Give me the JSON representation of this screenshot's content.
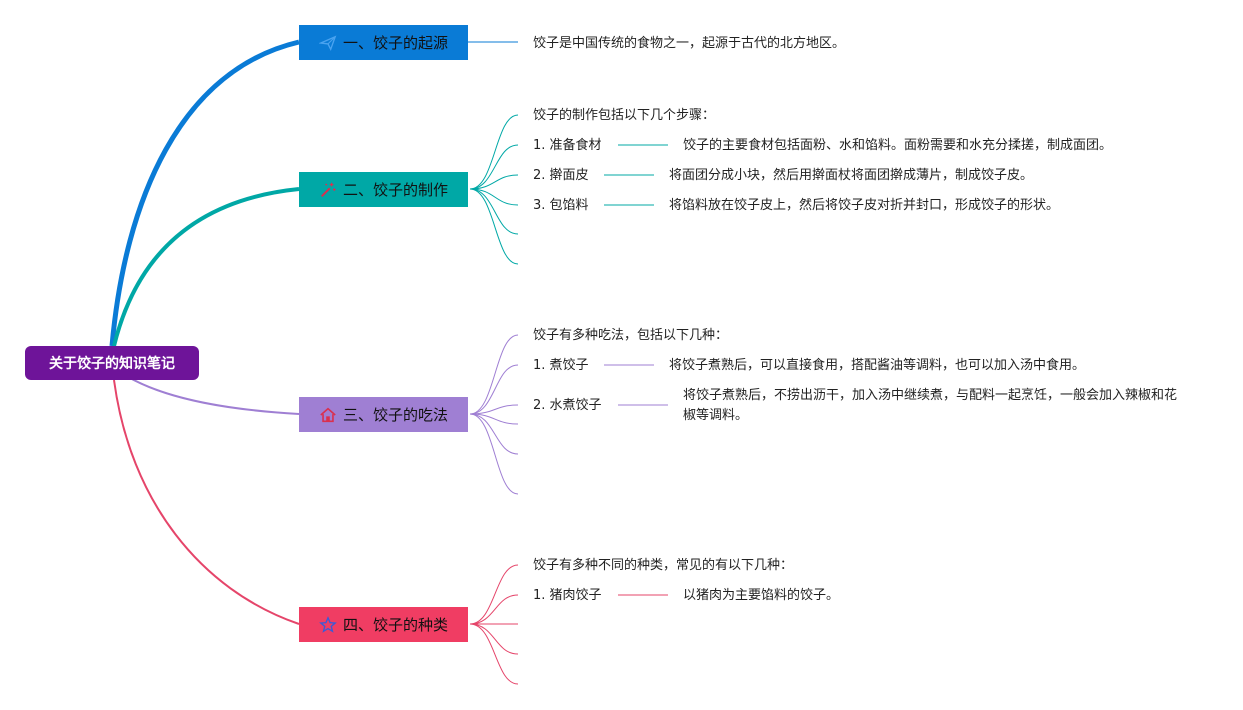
{
  "root": {
    "label": "关于饺子的知识笔记"
  },
  "branches": [
    {
      "label": "一、饺子的起源",
      "icon": "paper-plane-icon",
      "color": "#0a7bd6",
      "intro": "饺子是中国传统的食物之一，起源于古代的北方地区。",
      "items": []
    },
    {
      "label": "二、饺子的制作",
      "icon": "magic-wand-icon",
      "color": "#00a8a6",
      "intro": "饺子的制作包括以下几个步骤：",
      "items": [
        {
          "label": "1. 准备食材",
          "desc": "饺子的主要食材包括面粉、水和馅料。面粉需要和水充分揉搓，制成面团。"
        },
        {
          "label": "2. 擀面皮",
          "desc": "将面团分成小块，然后用擀面杖将面团擀成薄片，制成饺子皮。"
        },
        {
          "label": "3. 包馅料",
          "desc": "将馅料放在饺子皮上，然后将饺子皮对折并封口，形成饺子的形状。"
        }
      ]
    },
    {
      "label": "三、饺子的吃法",
      "icon": "home-icon",
      "color": "#9f7fd3",
      "intro": "饺子有多种吃法，包括以下几种：",
      "items": [
        {
          "label": "1. 煮饺子",
          "desc": "将饺子煮熟后，可以直接食用，搭配酱油等调料，也可以加入汤中食用。"
        },
        {
          "label": "2. 水煮饺子",
          "desc": "将饺子煮熟后，不捞出沥干，加入汤中继续煮，与配料一起烹饪，一般会加入辣椒和花椒等调料。"
        }
      ]
    },
    {
      "label": "四、饺子的种类",
      "icon": "star-icon",
      "color": "#f03d63",
      "intro": "饺子有多种不同的种类，常见的有以下几种：",
      "items": [
        {
          "label": "1. 猪肉饺子",
          "desc": "以猪肉为主要馅料的饺子。"
        }
      ]
    }
  ]
}
